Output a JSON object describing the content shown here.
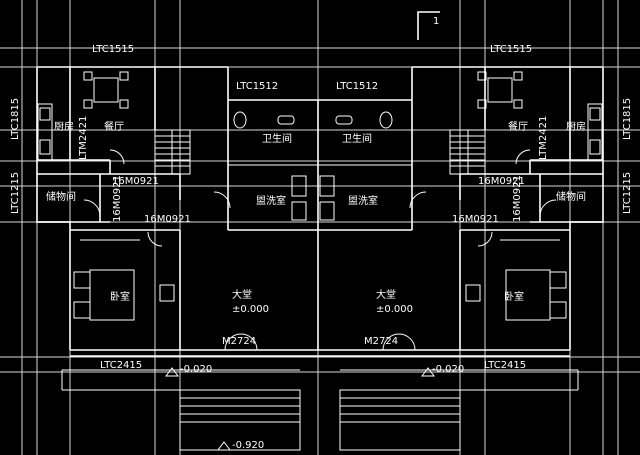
{
  "colors": {
    "background": "#000000",
    "linework": "#ffffff",
    "gridlines": "#d8d8d8"
  },
  "section_mark": "1",
  "left": {
    "window_top": "LTC1515",
    "window_kitchen_side": "LTC1815",
    "window_storage_side": "LTC1215",
    "kitchen_label": "厨房",
    "dining_label": "餐厅",
    "kitchen_window_mark": "LTM2421",
    "door_kitchen": "16M0921",
    "door_storage": "16M0921",
    "door_bedroom": "16M0921",
    "storage_label": "储物间",
    "bedroom_label": "卧室",
    "bath_window": "LTC1512",
    "bath_label": "卫生间",
    "wash_label": "盥洗室",
    "hall_label": "大堂",
    "hall_elev": "±0.000",
    "hall_door": "M2724",
    "front_window": "LTC2415",
    "porch_elev": "-0.020",
    "step_elev": "-0.920"
  },
  "right": {
    "window_top": "LTC1515",
    "window_kitchen_side": "LTC1815",
    "window_storage_side": "LTC1215",
    "kitchen_label": "厨房",
    "dining_label": "餐厅",
    "kitchen_window_mark": "LTM2421",
    "door_kitchen": "16M0921",
    "door_storage": "16M0921",
    "door_bedroom": "16M0921",
    "storage_label": "储物间",
    "bedroom_label": "卧室",
    "bath_window": "LTC1512",
    "bath_label": "卫生间",
    "wash_label": "盥洗室",
    "hall_label": "大堂",
    "hall_elev": "±0.000",
    "hall_door": "M2724",
    "front_window": "LTC2415",
    "porch_elev": "-0.020"
  }
}
